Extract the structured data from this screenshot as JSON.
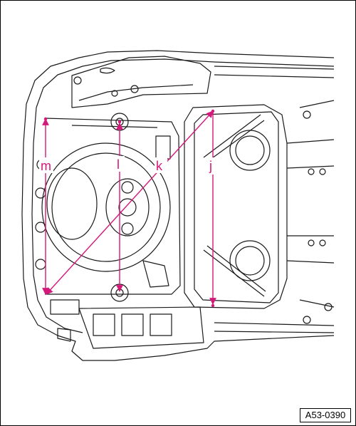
{
  "figure": {
    "reference_code": "A53-0390",
    "accent_color": "#d4197a",
    "line_color": "#1a1a1a",
    "measurements": [
      {
        "id": "m",
        "label": "m"
      },
      {
        "id": "l",
        "label": "l"
      },
      {
        "id": "k",
        "label": "k"
      },
      {
        "id": "j",
        "label": "j"
      }
    ]
  }
}
